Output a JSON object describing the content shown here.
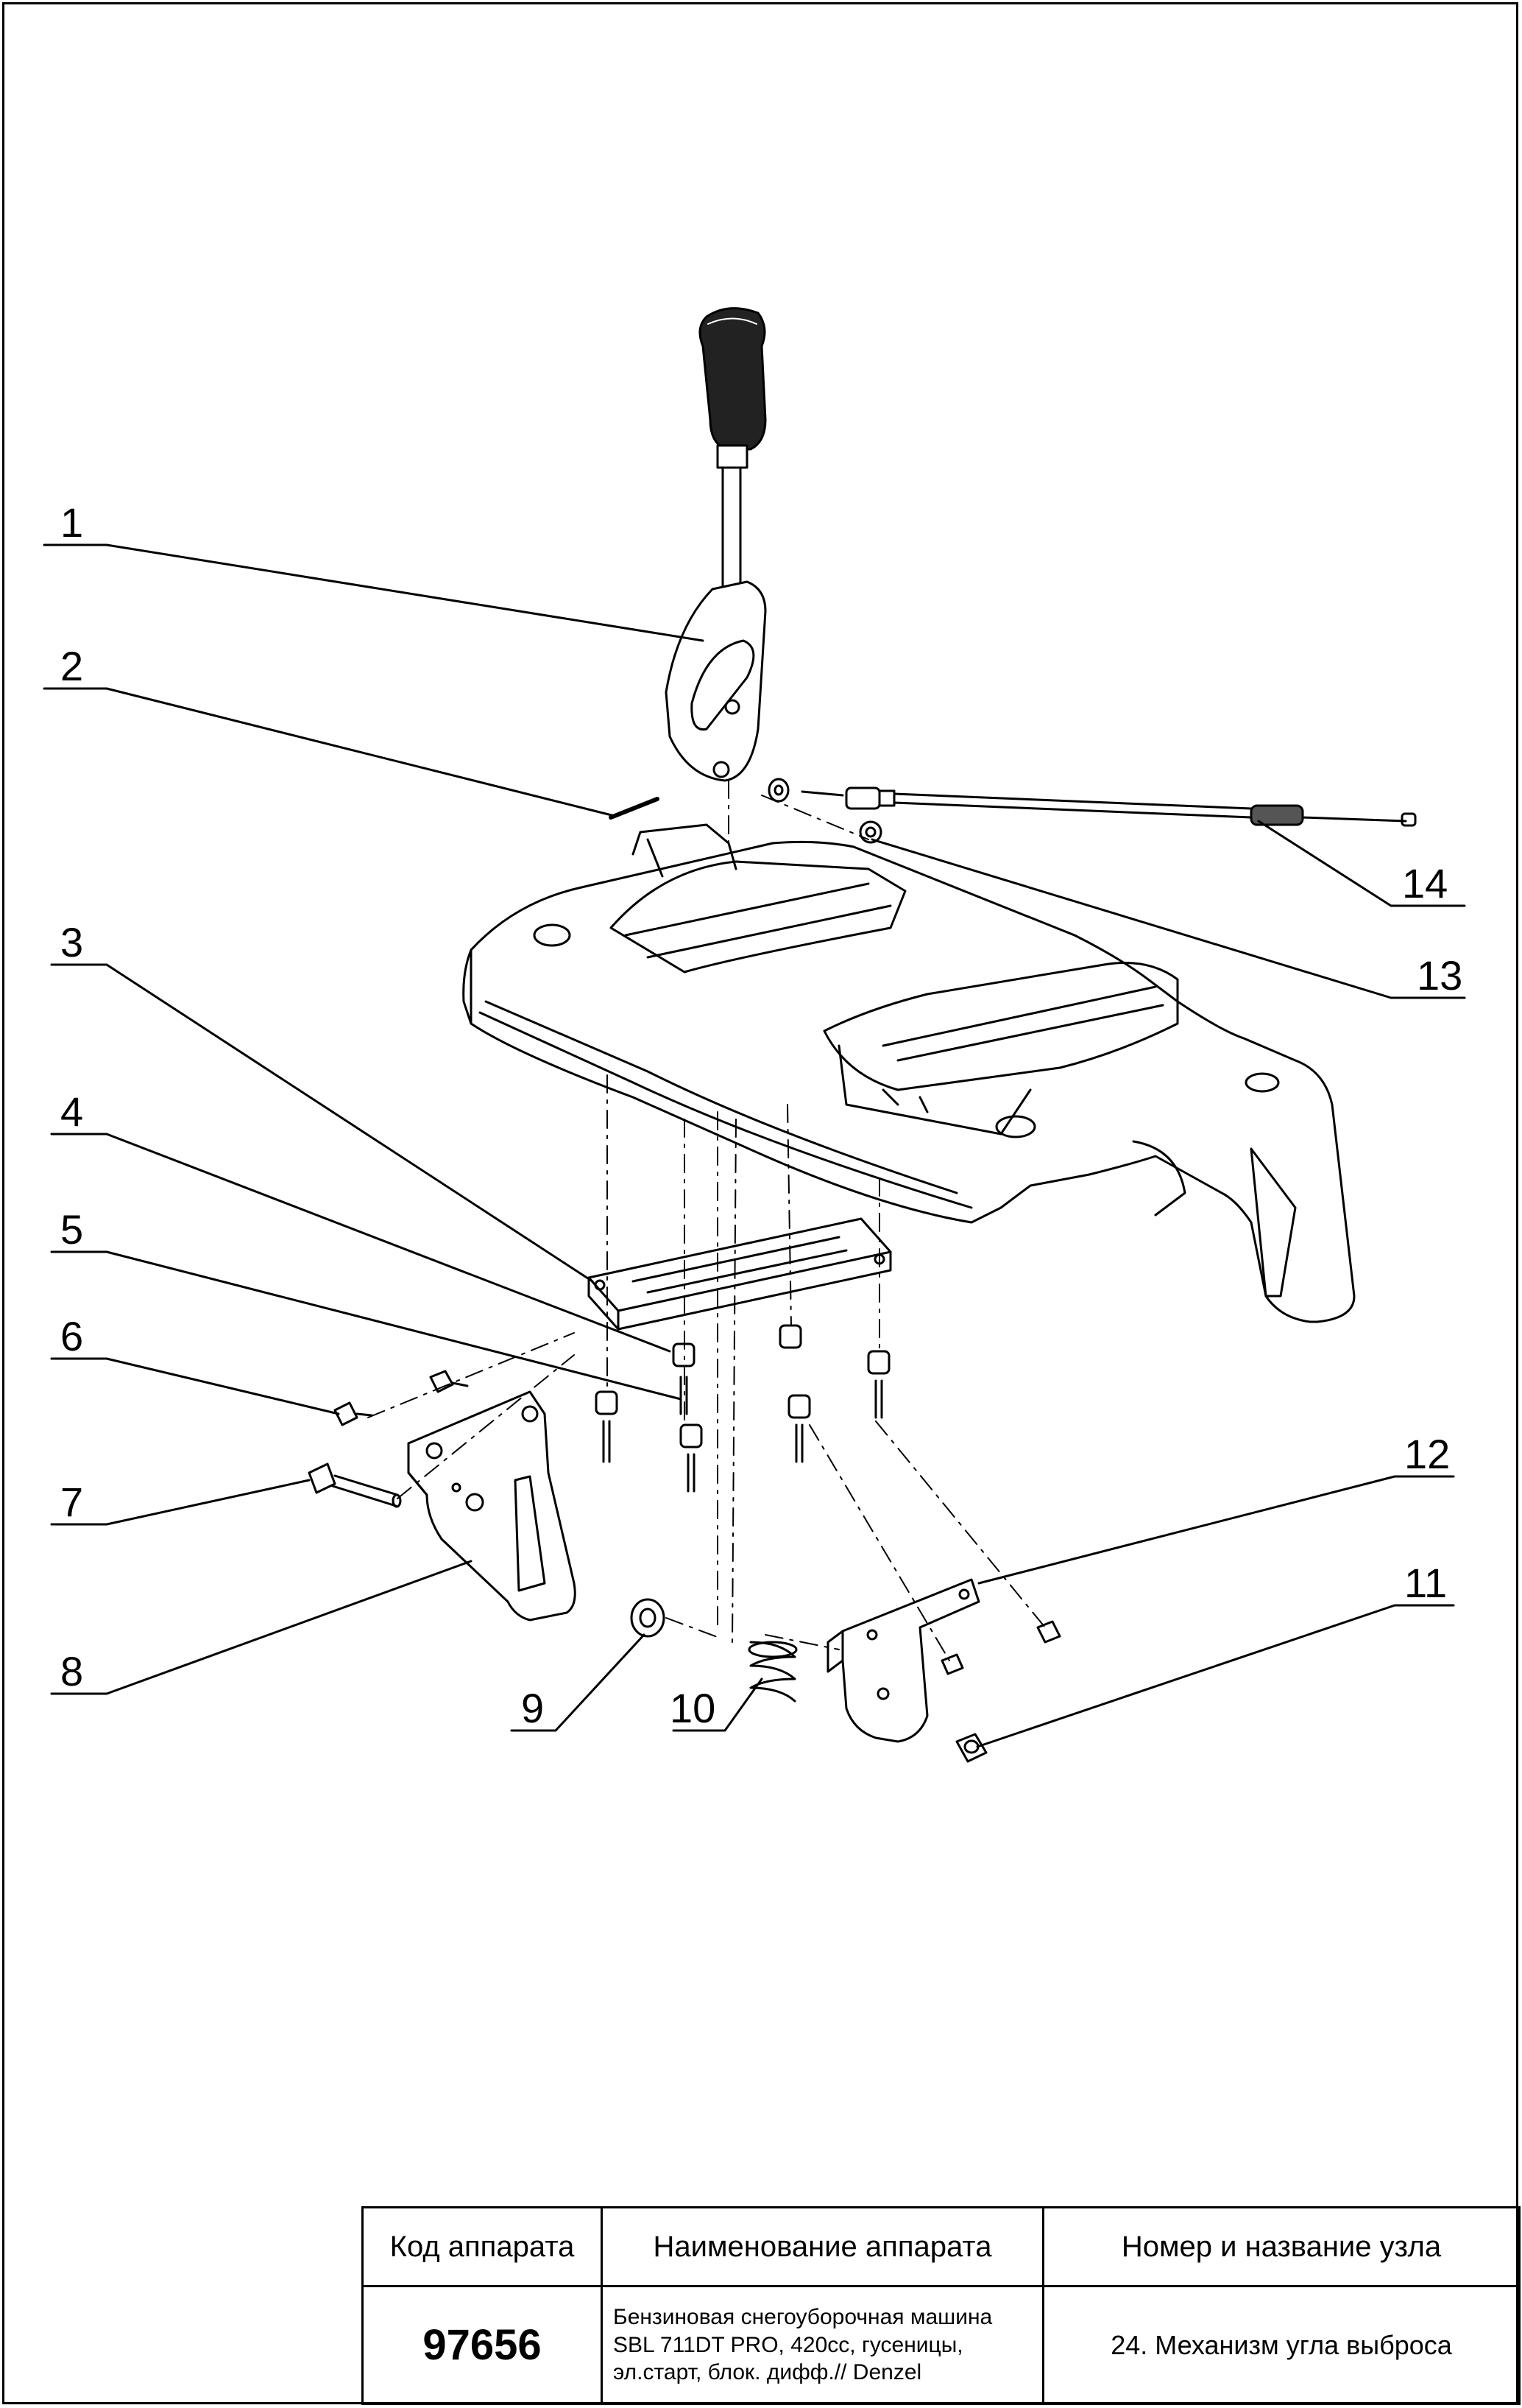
{
  "callouts": [
    {
      "id": "callout-1",
      "text": "1"
    },
    {
      "id": "callout-2",
      "text": "2"
    },
    {
      "id": "callout-3",
      "text": "3"
    },
    {
      "id": "callout-4",
      "text": "4"
    },
    {
      "id": "callout-5",
      "text": "5"
    },
    {
      "id": "callout-6",
      "text": "6"
    },
    {
      "id": "callout-7",
      "text": "7"
    },
    {
      "id": "callout-8",
      "text": "8"
    },
    {
      "id": "callout-9",
      "text": "9"
    },
    {
      "id": "callout-10",
      "text": "10"
    },
    {
      "id": "callout-11",
      "text": "11"
    },
    {
      "id": "callout-12",
      "text": "12"
    },
    {
      "id": "callout-13",
      "text": "13"
    },
    {
      "id": "callout-14",
      "text": "14"
    }
  ],
  "title_block": {
    "header_code": "Код аппарата",
    "header_name": "Наименование аппарата",
    "header_unit": "Номер и название узла",
    "code": "97656",
    "name_line1": "Бензиновая снегоуборочная машина",
    "name_line2": "SBL 711DT PRO, 420cc, гусеницы,",
    "name_line3": "эл.старт, блок. дифф.// Denzel",
    "unit": "24. Механизм угла выброса"
  }
}
